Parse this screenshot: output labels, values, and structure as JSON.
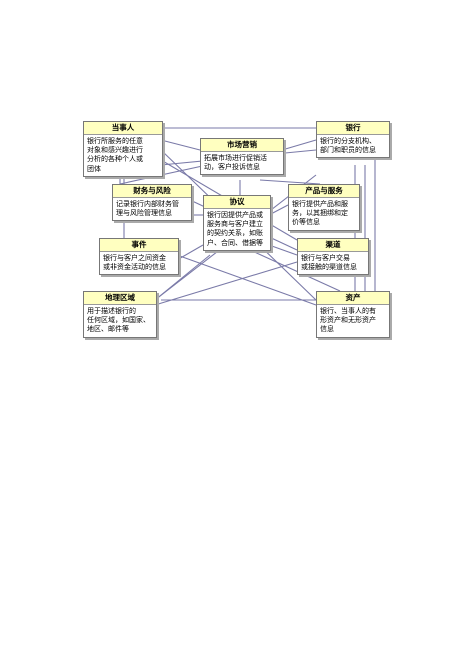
{
  "diagram": {
    "colors": {
      "line": "#7a7aa8",
      "header": "#ffffc0",
      "border": "#777777"
    },
    "entities": [
      {
        "id": "party",
        "title": "当事人",
        "desc": "银行所服务的任意\n对象和感兴趣进行\n分析的各种个人或\n团体"
      },
      {
        "id": "market",
        "title": "市场营销",
        "desc": "拓展市场进行促销活\n动，客户投诉信息"
      },
      {
        "id": "bank",
        "title": "银行",
        "desc": "银行的分支机构、\n部门和职员的信息"
      },
      {
        "id": "finance",
        "title": "财务与风险",
        "desc": "记录银行内部财务管\n理与风险管理信息"
      },
      {
        "id": "agreement",
        "title": "协议",
        "desc": "银行因提供产品或\n服务商与客户建立\n的契约关系，如账\n户、合同、借据等"
      },
      {
        "id": "product",
        "title": "产品与服务",
        "desc": "银行提供产品和服\n务，以其捆绑和定\n价等信息"
      },
      {
        "id": "event",
        "title": "事件",
        "desc": "银行与客户之间资金\n或非资金活动的信息"
      },
      {
        "id": "channel",
        "title": "渠道",
        "desc": "银行与客户交易\n或接触的渠道信息"
      },
      {
        "id": "location",
        "title": "地理区域",
        "desc": "用于描述银行的\n任何区域，如国家、\n地区、邮件等"
      },
      {
        "id": "asset",
        "title": "资产",
        "desc": "银行、当事人的有\n形资产和无形资产\n信息"
      }
    ]
  }
}
